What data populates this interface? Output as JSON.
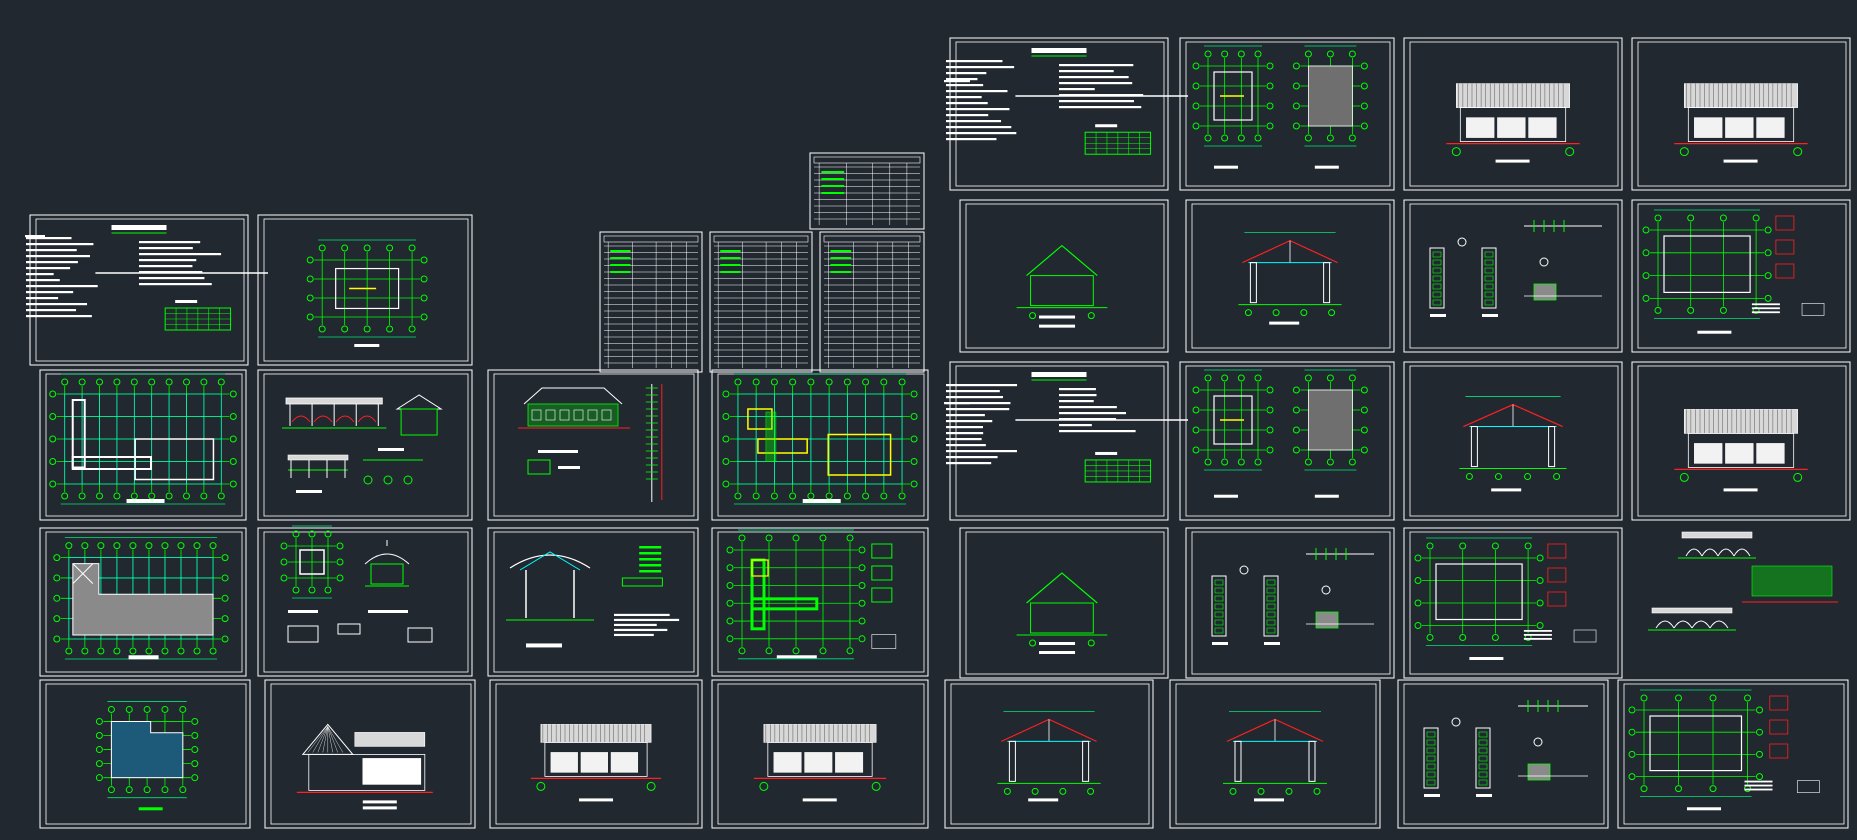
{
  "drawing_set": {
    "background": "#212830",
    "colors": {
      "frame": "#ffffff",
      "linework": "#00ff00",
      "dimension": "#00e676",
      "accent_red": "#ff2020",
      "accent_yellow": "#ffff00",
      "accent_cyan": "#00ffff",
      "roof_fill": "#d8d8d8",
      "plan_fill_grey": "#8a8a8a",
      "plan_fill_blue": "#1d5a7a",
      "text_block": "#ffffff"
    },
    "sheets": [
      {
        "name": "sheet-notes-a",
        "kind": "notes"
      },
      {
        "name": "sheet-site-plan-a",
        "kind": "plan_small"
      },
      {
        "name": "sheet-schedule-1",
        "kind": "schedule"
      },
      {
        "name": "sheet-schedule-2",
        "kind": "schedule"
      },
      {
        "name": "sheet-schedule-3",
        "kind": "schedule"
      },
      {
        "name": "sheet-schedule-4",
        "kind": "schedule"
      },
      {
        "name": "sheet-floor-plan-1",
        "kind": "plan_grid"
      },
      {
        "name": "sheet-elevations-a",
        "kind": "elevations"
      },
      {
        "name": "sheet-corridor-section",
        "kind": "corridor"
      },
      {
        "name": "sheet-floor-plan-2",
        "kind": "plan_grid"
      },
      {
        "name": "sheet-roof-plan-1",
        "kind": "roof_plan"
      },
      {
        "name": "sheet-pavilion-details",
        "kind": "pavilion"
      },
      {
        "name": "sheet-gate-section",
        "kind": "gate"
      },
      {
        "name": "sheet-foundation-plan-1",
        "kind": "foundation"
      },
      {
        "name": "sheet-roof-plan-2",
        "kind": "roof_plan_blue"
      },
      {
        "name": "sheet-side-elevation-a",
        "kind": "side_elevation"
      },
      {
        "name": "sheet-front-elevation-a",
        "kind": "front_elevation"
      },
      {
        "name": "sheet-front-elevation-b",
        "kind": "front_elevation"
      },
      {
        "name": "sheet-section-a",
        "kind": "section"
      },
      {
        "name": "sheet-section-b",
        "kind": "section"
      },
      {
        "name": "sheet-door-details-a",
        "kind": "door_details"
      },
      {
        "name": "sheet-foundation-plan-2",
        "kind": "foundation_small"
      },
      {
        "name": "sheet-notes-b",
        "kind": "notes"
      },
      {
        "name": "sheet-plans-b",
        "kind": "twin_plans"
      },
      {
        "name": "sheet-elevation-b1",
        "kind": "front_elevation"
      },
      {
        "name": "sheet-elevation-b2",
        "kind": "front_elevation"
      },
      {
        "name": "sheet-gable-b",
        "kind": "gable"
      },
      {
        "name": "sheet-section-b1",
        "kind": "section"
      },
      {
        "name": "sheet-door-details-b",
        "kind": "door_details"
      },
      {
        "name": "sheet-foundation-b",
        "kind": "foundation_small"
      },
      {
        "name": "sheet-notes-c",
        "kind": "notes"
      },
      {
        "name": "sheet-plans-c",
        "kind": "twin_plans"
      },
      {
        "name": "sheet-section-c",
        "kind": "section"
      },
      {
        "name": "sheet-elevation-c",
        "kind": "front_elevation"
      },
      {
        "name": "sheet-gable-c",
        "kind": "gable"
      },
      {
        "name": "sheet-door-details-c",
        "kind": "door_details"
      },
      {
        "name": "sheet-foundation-c",
        "kind": "foundation_small"
      },
      {
        "name": "sheet-corridor-c",
        "kind": "corridor_small"
      }
    ]
  }
}
